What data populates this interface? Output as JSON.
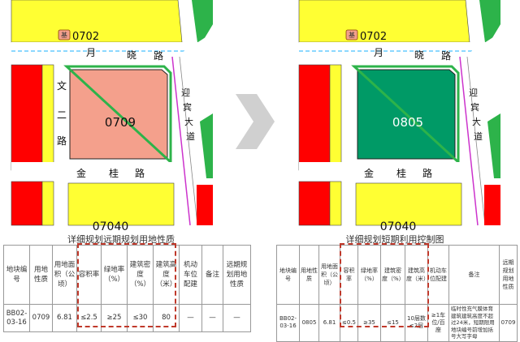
{
  "left_map": {
    "parcel_code": "0709",
    "badge_code": "0702",
    "badge_char": "基",
    "road_north": [
      "月",
      "晓",
      "路"
    ],
    "road_south": [
      "金",
      "桂",
      "路"
    ],
    "road_west": [
      "文",
      "二",
      "路"
    ],
    "road_east": [
      "迎",
      "宾",
      "大",
      "道"
    ],
    "bottom_code": "07040"
  },
  "right_map": {
    "parcel_code": "0805",
    "badge_code": "0702",
    "badge_char": "基",
    "road_north": [
      "月",
      "晓",
      "路"
    ],
    "road_south": [
      "金",
      "桂",
      "路"
    ],
    "road_east": [
      "迎",
      "宾",
      "大",
      "道"
    ],
    "bottom_code": "07040"
  },
  "left_caption": "详细规划远期规划用地性质",
  "right_caption": "详细规划短期利用控制图",
  "left_table": {
    "headers": [
      "地块编号",
      "用地性质",
      "用地面积（公顷）",
      "容积率",
      "绿地率（%）",
      "建筑密度（%）",
      "建筑高度（米）",
      "机动车位配建",
      "备注",
      "远期规划用地性质"
    ],
    "row": [
      "BB02-03-16",
      "0709",
      "6.81",
      "≤2.5",
      "≥25",
      "≤30",
      "80",
      "—",
      "—",
      "—"
    ]
  },
  "right_table": {
    "headers": [
      "地块编号",
      "用地性质",
      "用地面积（公顷）",
      "容积率",
      "绿地率（%）",
      "建筑密度（%）",
      "建筑高度（米）",
      "机动车位配建",
      "备注",
      "远期规划用地性质"
    ],
    "row": [
      "BB02-03-16",
      "0805",
      "6.81",
      "≤0.5",
      "≥35",
      "≤15",
      "10层数≤2层",
      "≥1车位/百座",
      "临时性充气膜体育建筑建筑高度不超过24米，短期限用地块编号前增加括号大写字母",
      "0709"
    ]
  },
  "colors": {
    "residential_yellow": "#ffff33",
    "commercial_red": "#ff0000",
    "parcel_0709": "#f4a08c",
    "parcel_0805": "#009a66",
    "green_space": "#2db34a",
    "boundary_magenta": "#cc33cc",
    "dashed_highlight": "#c0392b"
  }
}
